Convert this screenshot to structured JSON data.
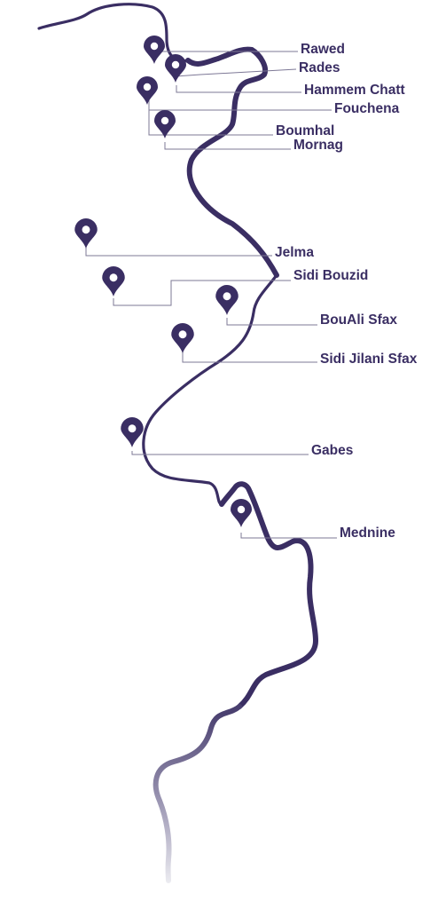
{
  "map": {
    "colors": {
      "coast": "#3a2e63",
      "pin": "#3a2e63",
      "leader": "#7d7896",
      "label": "#3a2e63",
      "fade": "#cfcdd8"
    },
    "locations": [
      {
        "id": "rawed",
        "label": "Rawed"
      },
      {
        "id": "rades",
        "label": "Rades"
      },
      {
        "id": "hammem",
        "label": "Hammem Chatt"
      },
      {
        "id": "fouchena",
        "label": "Fouchena"
      },
      {
        "id": "boumhal",
        "label": "Boumhal"
      },
      {
        "id": "mornag",
        "label": "Mornag"
      },
      {
        "id": "jelma",
        "label": "Jelma"
      },
      {
        "id": "sidibouzid",
        "label": "Sidi Bouzid"
      },
      {
        "id": "boualisfax",
        "label": "BouAli Sfax"
      },
      {
        "id": "sidijilani",
        "label": "Sidi Jilani Sfax"
      },
      {
        "id": "gabes",
        "label": "Gabes"
      },
      {
        "id": "mednine",
        "label": "Mednine"
      }
    ]
  }
}
